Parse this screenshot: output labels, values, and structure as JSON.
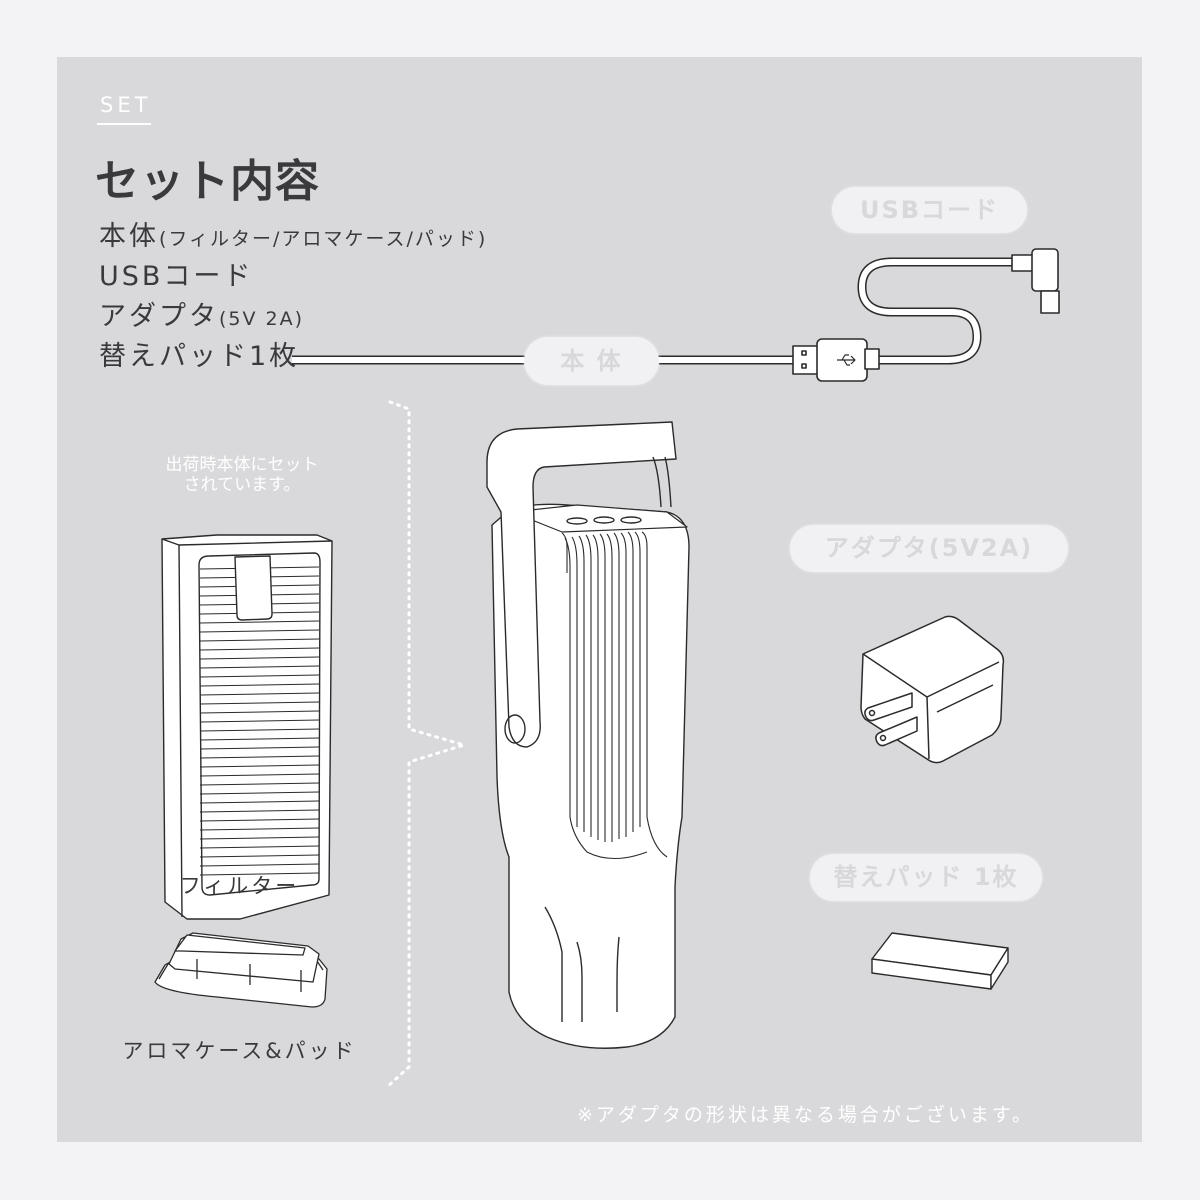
{
  "header": {
    "eyebrow": "SET",
    "title": "セット内容"
  },
  "contents_list": [
    {
      "main": "本体",
      "sub": "(フィルター/アロマケース/パッド)"
    },
    {
      "main": "USBコード",
      "sub": ""
    },
    {
      "main": "アダプタ",
      "sub": "(5V 2A)"
    },
    {
      "main": "替えパッド1枚",
      "sub": ""
    }
  ],
  "main_unit": {
    "label": "本 体",
    "icon": "air-purifier-unit-illustration"
  },
  "preinstalled": {
    "note_line1": "出荷時本体にセット",
    "note_line2": "されています。",
    "bracket_icon": "dotted-bracket"
  },
  "filter": {
    "caption": "フィルター",
    "icon": "filter-illustration"
  },
  "aroma_case": {
    "caption": "アロマケース&パッド",
    "icon": "aroma-case-illustration"
  },
  "usb_cord": {
    "label": "USBコード",
    "icon": "usb-cable-illustration"
  },
  "adapter": {
    "label": "アダプタ(5V2A)",
    "icon": "ac-adapter-illustration"
  },
  "spare_pad": {
    "label": "替えパッド 1枚",
    "icon": "spare-pad-illustration"
  },
  "footnote": "※アダプタの形状は異なる場合がございます。",
  "colors": {
    "page_bg": "#f3f2f4",
    "panel_bg": "#d9d8db",
    "text_dark": "#3a393c",
    "pill_bg": "#f1f0f2",
    "white": "#ffffff"
  }
}
